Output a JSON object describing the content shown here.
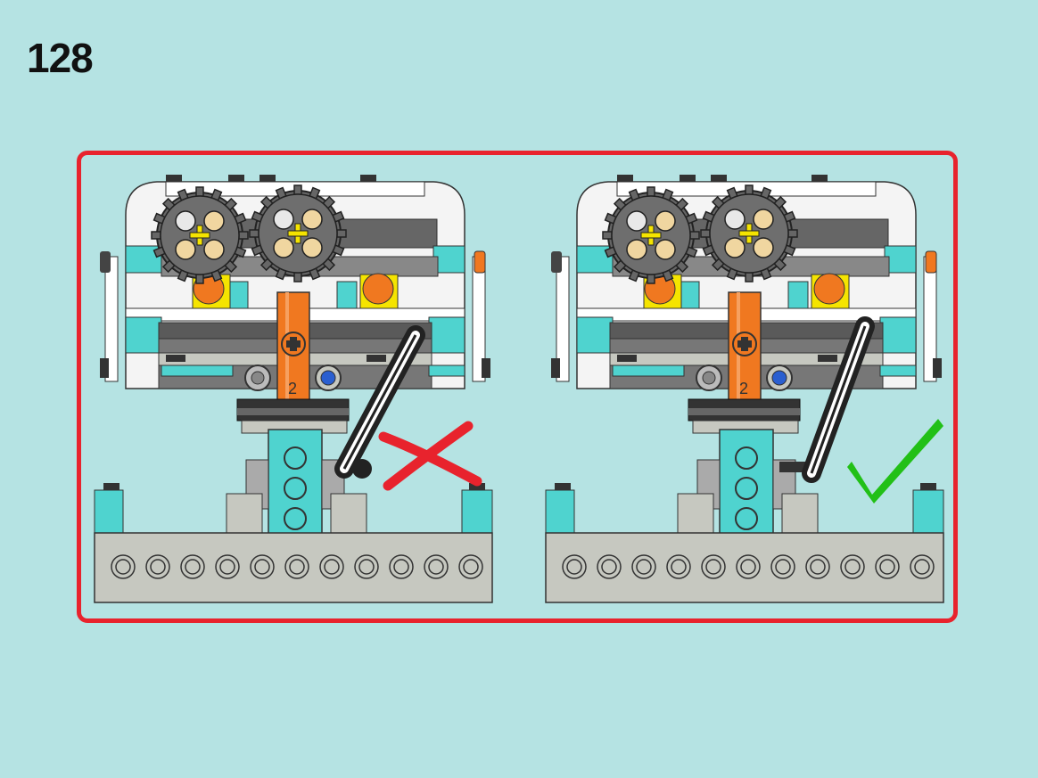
{
  "step": {
    "number": "128"
  },
  "panels": [
    {
      "id": "incorrect",
      "verdict": "wrong",
      "verdict_mark": "cross",
      "verdict_color": "#e8232d",
      "gear_label": "2"
    },
    {
      "id": "correct",
      "verdict": "right",
      "verdict_mark": "check",
      "verdict_color": "#22c017",
      "gear_label": "2"
    }
  ],
  "colors": {
    "background": "#b5e3e3",
    "frame": "#e8232d",
    "teal": "#4fd3cf",
    "orange": "#f07820",
    "dark_gray": "#5a5a5a",
    "light_gray": "#c6c8c0",
    "gear_gray": "#6a6a6a",
    "tan": "#f0d6a0",
    "yellow": "#f5e400",
    "blue": "#2a5fd0"
  }
}
